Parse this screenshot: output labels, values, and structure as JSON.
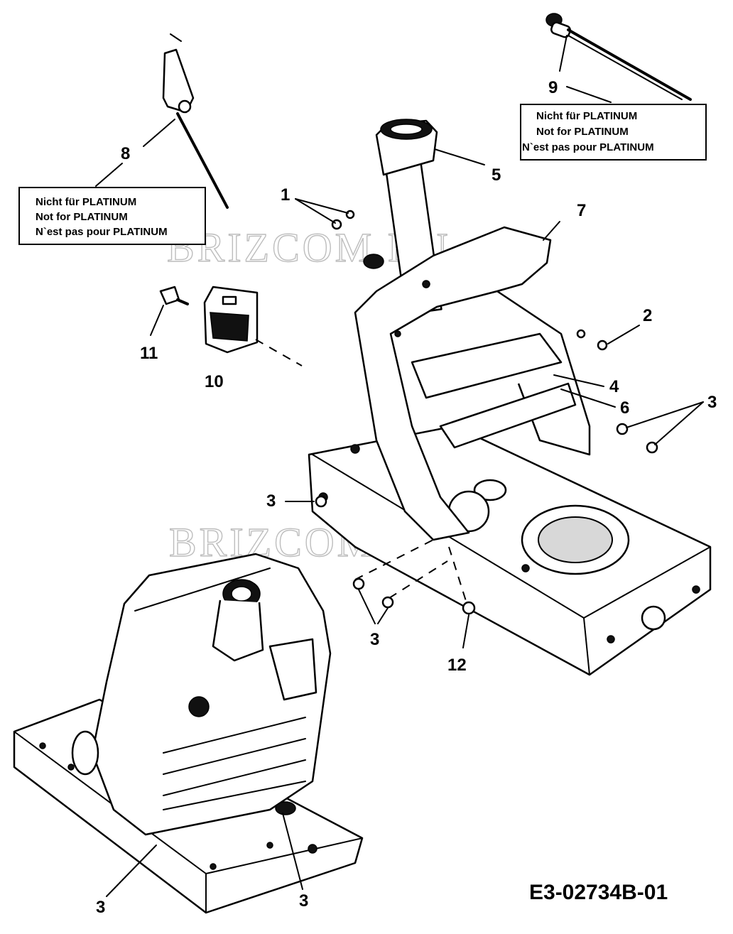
{
  "diagram": {
    "drawing_code": "E3-02734B-01",
    "watermark": "BRIZCOM.RU",
    "notes": {
      "top_right": [
        "Nicht für PLATINUM",
        "Not for PLATINUM",
        "N`est pas pour PLATINUM"
      ],
      "left": [
        "Nicht für PLATINUM",
        "Not for PLATINUM",
        "N`est pas pour PLATINUM"
      ]
    },
    "callouts": {
      "c1": "1",
      "c2": "2",
      "c3a": "3",
      "c3b": "3",
      "c3c": "3",
      "c3d": "3",
      "c3e": "3",
      "c4": "4",
      "c5": "5",
      "c6": "6",
      "c7": "7",
      "c8": "8",
      "c9": "9",
      "c10": "10",
      "c11": "11",
      "c12": "12"
    }
  }
}
